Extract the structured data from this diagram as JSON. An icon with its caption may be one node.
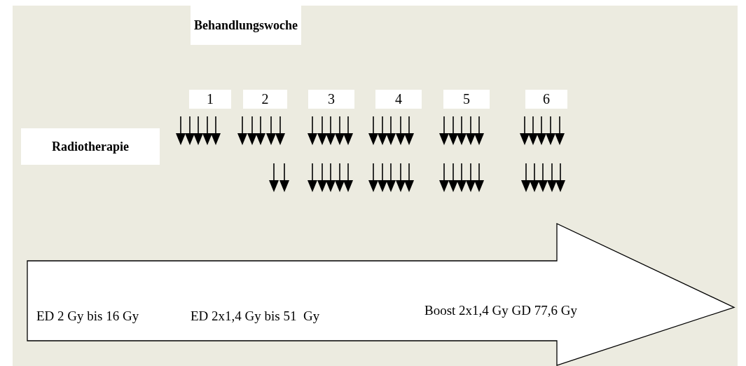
{
  "diagram": {
    "nodes": [
      {
        "text": [
          "Behandlungswoche"
        ]
      },
      {
        "text": [
          "1"
        ]
      },
      {
        "text": [
          "2"
        ]
      },
      {
        "text": [
          "3"
        ]
      },
      {
        "text": [
          "4"
        ]
      },
      {
        "text": [
          "5"
        ]
      },
      {
        "text": [
          "6"
        ]
      },
      {
        "text": [
          "Radiotherapie"
        ]
      },
      {
        "text": [
          "ED 2 Gy bis 16 Gy",
          "ED 2x1,4 Gy bis 51  Gy",
          "Boost 2x1,4 Gy GD 77,6 Gy"
        ]
      }
    ],
    "edges": []
  }
}
